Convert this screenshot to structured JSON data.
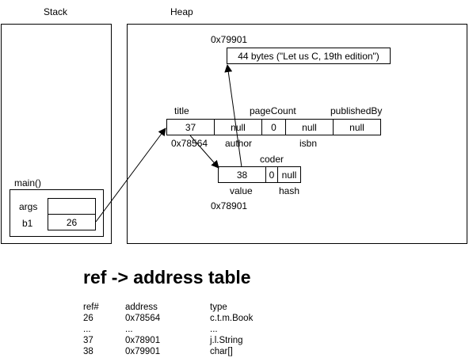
{
  "labels": {
    "stack": "Stack",
    "heap": "Heap",
    "main_frame": "main()",
    "args": "args",
    "b1": "b1",
    "b1_value": "26",
    "addr_string_bytes": "0x79901",
    "string_bytes": "44 bytes (\"Let us C, 19th edition\")",
    "title": "title",
    "pageCount": "pageCount",
    "publishedBy": "publishedBy",
    "author": "author",
    "isbn": "isbn",
    "addr_book": "0x78564",
    "coder": "coder",
    "value": "value",
    "hash": "hash",
    "addr_string": "0x78901"
  },
  "book_fields": {
    "title": "37",
    "author": "null",
    "pageCount": "0",
    "isbn": "null",
    "publishedBy": "null"
  },
  "string_fields": {
    "value": "38",
    "coder": "0",
    "hash": "null"
  },
  "table": {
    "title": "ref -> address table",
    "headers": [
      "ref#",
      "address",
      "type"
    ],
    "rows": [
      [
        "26",
        "0x78564",
        "c.t.m.Book"
      ],
      [
        "...",
        "...",
        "..."
      ],
      [
        "37",
        "0x78901",
        "j.l.String"
      ],
      [
        "38",
        "0x79901",
        "char[]"
      ]
    ]
  }
}
